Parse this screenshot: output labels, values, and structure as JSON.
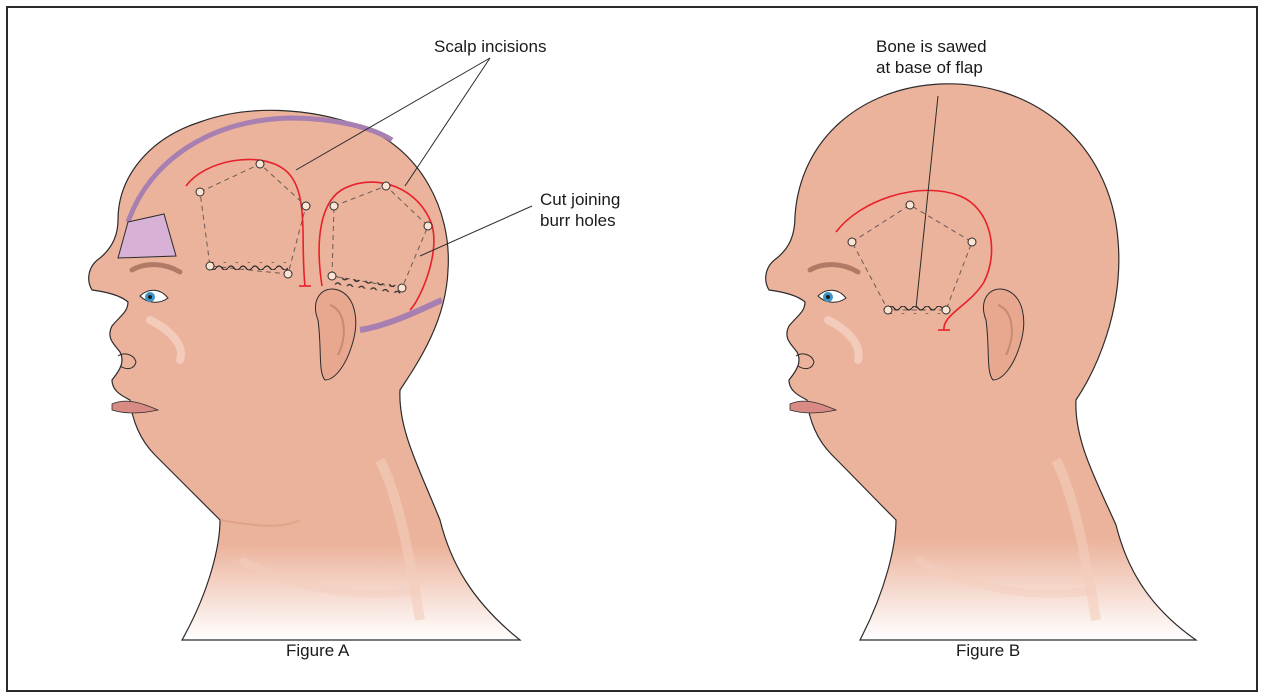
{
  "figure_a": {
    "caption": "Figure A",
    "labels": {
      "scalp_incisions": "Scalp incisions",
      "cut_joining_line1": "Cut joining",
      "cut_joining_line2": "burr holes"
    }
  },
  "figure_b": {
    "caption": "Figure B",
    "labels": {
      "bone_sawed_line1": "Bone is sawed",
      "bone_sawed_line2": "at base of flap"
    }
  },
  "colors": {
    "skin": "#ecb39c",
    "skin_shadow": "#d9977f",
    "incision": "#e8202a",
    "retractor": "#a77fb0",
    "retractor_fill": "#d8b2d6",
    "outline": "#2b2b2b",
    "border": "#2b2b2b"
  }
}
